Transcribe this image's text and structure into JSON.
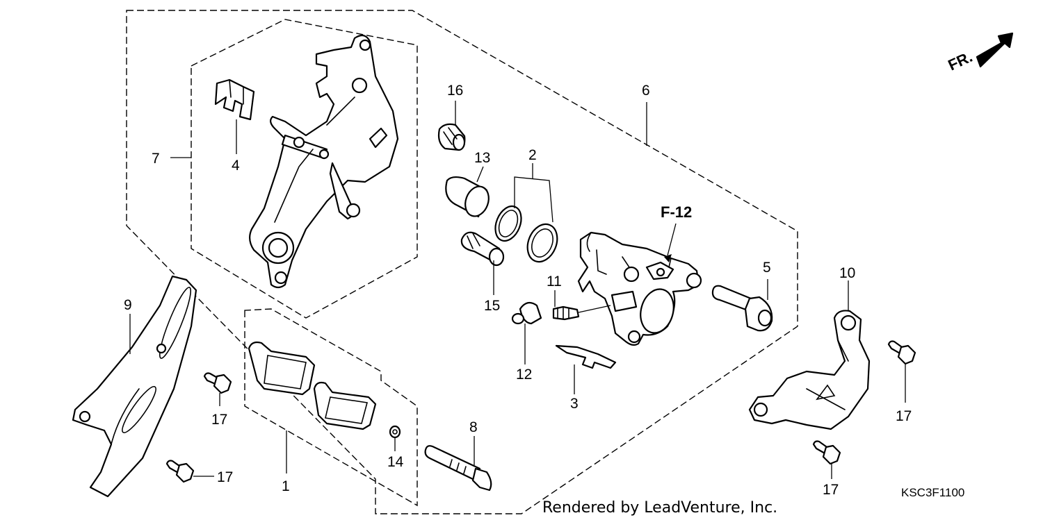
{
  "diagram": {
    "callouts": [
      {
        "id": "c1",
        "text": "1"
      },
      {
        "id": "c2",
        "text": "2"
      },
      {
        "id": "c3",
        "text": "3"
      },
      {
        "id": "c4",
        "text": "4"
      },
      {
        "id": "c5",
        "text": "5"
      },
      {
        "id": "c6",
        "text": "6"
      },
      {
        "id": "c7",
        "text": "7"
      },
      {
        "id": "c8",
        "text": "8"
      },
      {
        "id": "c9",
        "text": "9"
      },
      {
        "id": "c10",
        "text": "10"
      },
      {
        "id": "c11",
        "text": "11"
      },
      {
        "id": "c12",
        "text": "12"
      },
      {
        "id": "c13",
        "text": "13"
      },
      {
        "id": "c14",
        "text": "14"
      },
      {
        "id": "c15",
        "text": "15"
      },
      {
        "id": "c16",
        "text": "16"
      },
      {
        "id": "c17a",
        "text": "17"
      },
      {
        "id": "c17b",
        "text": "17"
      },
      {
        "id": "c17c",
        "text": "17"
      },
      {
        "id": "c17d",
        "text": "17"
      }
    ],
    "reference_label": "F-12",
    "direction_label": "FR.",
    "diagram_code": "KSC3F1100",
    "credit": "Rendered by LeadVenture, Inc."
  },
  "colors": {
    "line": "#000000",
    "background": "#ffffff"
  }
}
